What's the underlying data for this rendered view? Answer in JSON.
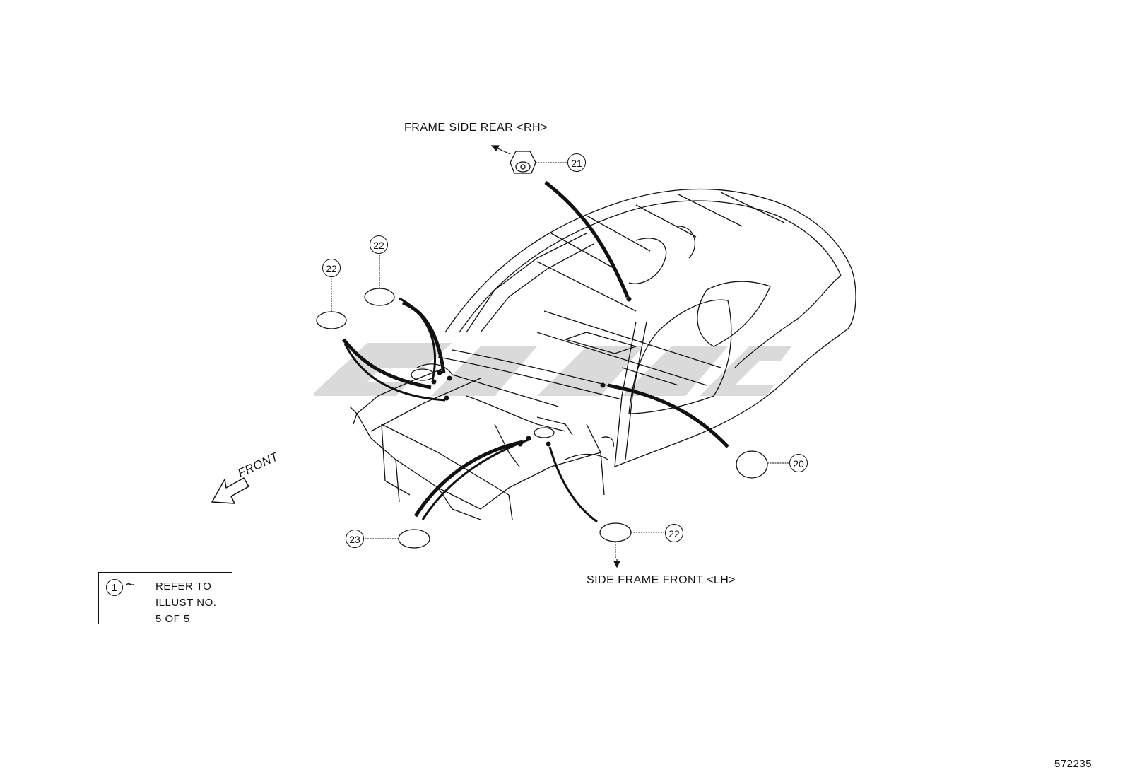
{
  "labels": {
    "frame_side_rear": "FRAME SIDE REAR <RH>",
    "side_frame_front": "SIDE FRAME FRONT <LH>",
    "front": "FRONT",
    "diagram_id": "572235"
  },
  "callouts": [
    {
      "id": "c21",
      "number": "21"
    },
    {
      "id": "c22a",
      "number": "22"
    },
    {
      "id": "c22b",
      "number": "22"
    },
    {
      "id": "c20",
      "number": "20"
    },
    {
      "id": "c22c",
      "number": "22"
    },
    {
      "id": "c23",
      "number": "23"
    }
  ],
  "reference_box": {
    "number": "1",
    "symbol": "~",
    "line1": "REFER TO",
    "line2": "ILLUST NO.",
    "line3": "5 OF 5"
  },
  "colors": {
    "ink": "#111111",
    "watermark": "#d4d4d4",
    "background": "#ffffff"
  }
}
